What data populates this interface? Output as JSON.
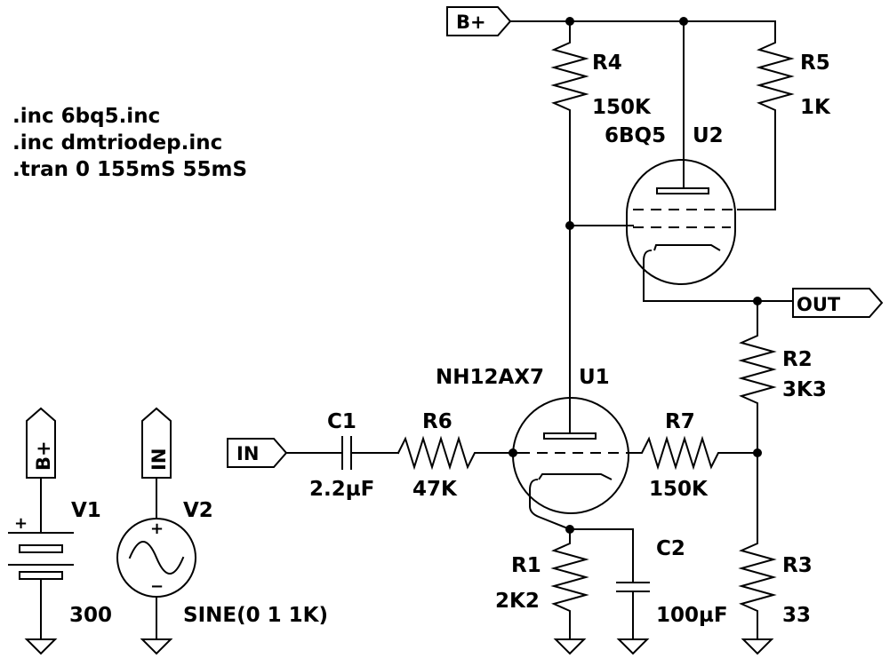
{
  "directives": {
    "inc1": ".inc 6bq5.inc",
    "inc2": ".inc dmtriodep.inc",
    "tran": ".tran 0 155mS 55mS"
  },
  "ports": {
    "bplus_top": "B+",
    "out": "OUT",
    "in": "IN",
    "bplus_src": "B+",
    "in_src": "IN"
  },
  "components": {
    "R1": {
      "name": "R1",
      "value": "2K2"
    },
    "R2": {
      "name": "R2",
      "value": "3K3"
    },
    "R3": {
      "name": "R3",
      "value": "33"
    },
    "R4": {
      "name": "R4",
      "value": "150K"
    },
    "R5": {
      "name": "R5",
      "value": "1K"
    },
    "R6": {
      "name": "R6",
      "value": "47K"
    },
    "R7": {
      "name": "R7",
      "value": "150K"
    },
    "C1": {
      "name": "C1",
      "value": "2.2µF"
    },
    "C2": {
      "name": "C2",
      "value": "100µF"
    },
    "U1": {
      "name": "U1",
      "model": "NH12AX7"
    },
    "U2": {
      "name": "U2",
      "model": "6BQ5"
    },
    "V1": {
      "name": "V1",
      "value": "300"
    },
    "V2": {
      "name": "V2",
      "value": "SINE(0 1 1K)"
    }
  },
  "polarity": {
    "plus": "+",
    "minus": "−"
  }
}
